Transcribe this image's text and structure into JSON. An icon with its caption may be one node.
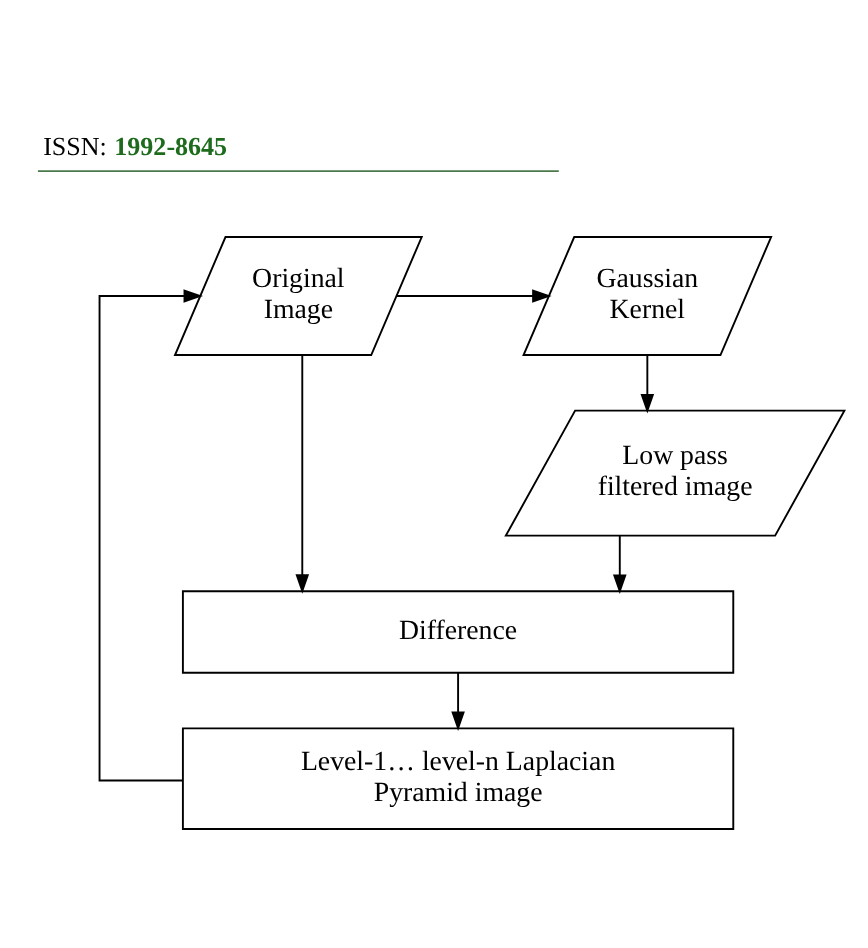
{
  "diagram": {
    "nodes": [
      {
        "text": [
          "Original Image"
        ]
      },
      {
        "text": [
          "Gaussian Kernel"
        ]
      },
      {
        "text": [
          "Low pass filtered image"
        ]
      },
      {
        "text": [
          "Difference"
        ]
      },
      {
        "text": [
          "Level-1… level-n Laplacian Pyramid image"
        ]
      }
    ],
    "edges": [
      {
        "from": 0,
        "to": 1,
        "arrow": "to"
      },
      {
        "from": 1,
        "to": 2,
        "arrow": "to"
      },
      {
        "from": 0,
        "to": 3,
        "arrow": "to"
      },
      {
        "from": 2,
        "to": 3,
        "arrow": "to"
      },
      {
        "from": 3,
        "to": 4,
        "arrow": "to"
      },
      {
        "from": 4,
        "to": 0,
        "arrow": "to"
      }
    ],
    "labels": [
      "ISSN: 1992-8645"
    ]
  }
}
